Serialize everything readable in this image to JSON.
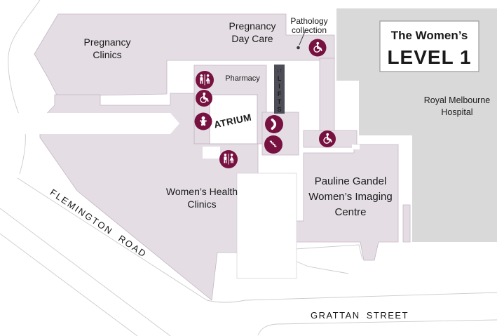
{
  "map": {
    "title_box": {
      "line1": "The Women’s",
      "line2": "LEVEL 1"
    },
    "hospital": {
      "line1": "Royal Melbourne",
      "line2": "Hospital"
    },
    "areas": {
      "pregnancy_clinics": {
        "line1": "Pregnancy",
        "line2": "Clinics"
      },
      "pregnancy_day_care": {
        "line1": "Pregnancy",
        "line2": "Day Care"
      },
      "pathology_collection": {
        "line1": "Pathology",
        "line2": "collection"
      },
      "pharmacy": {
        "label": "Pharmacy"
      },
      "atrium": {
        "label": "ATRIUM"
      },
      "womens_health_clinics": {
        "line1": "Women’s Health",
        "line2": "Clinics"
      },
      "imaging_centre": {
        "line1": "Pauline Gandel",
        "line2": "Women’s Imaging",
        "line3": "Centre"
      }
    },
    "lifts": {
      "arrows": "↓↑",
      "letters": [
        "L",
        "I",
        "F",
        "T",
        "S"
      ]
    },
    "streets": {
      "flemington": "FLEMINGTON ROAD",
      "grattan": "GRATTAN STREET"
    },
    "icons": [
      {
        "name": "toilets-icon",
        "meaning": "toilets"
      },
      {
        "name": "accessible-toilet-icon",
        "meaning": "accessible toilet"
      },
      {
        "name": "baby-change-icon",
        "meaning": "baby change"
      },
      {
        "name": "toilets-icon",
        "meaning": "toilets"
      },
      {
        "name": "telephone-icon",
        "meaning": "public telephone"
      },
      {
        "name": "stairs-icon",
        "meaning": "stairs"
      },
      {
        "name": "accessible-toilet-icon",
        "meaning": "accessible toilet"
      },
      {
        "name": "accessible-toilet-icon",
        "meaning": "accessible toilet"
      }
    ],
    "colors": {
      "area_fill": "#e4dee4",
      "area_stroke": "#c3b5c3",
      "hospital_fill": "#d9d9d9",
      "icon_maroon": "#771140",
      "lifts_bg": "#4d4d57",
      "road_line": "#cbcbcb"
    }
  }
}
